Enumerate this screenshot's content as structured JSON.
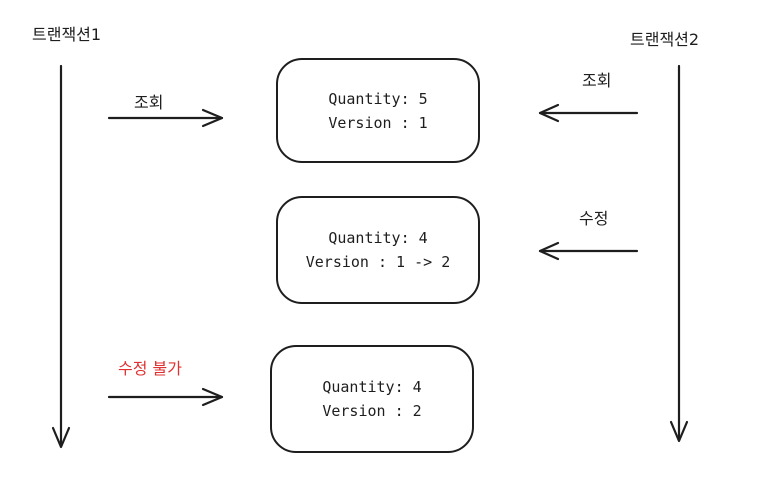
{
  "transactions": {
    "t1_label": "트랜잭션1",
    "t2_label": "트랜잭션2"
  },
  "steps": [
    {
      "left_action": "조회",
      "right_action": "조회",
      "quantity_line": "Quantity: 5",
      "version_line": "Version : 1"
    },
    {
      "left_action": "",
      "right_action": "수정",
      "quantity_line": "Quantity: 4",
      "version_line": "Version : 1 -> 2"
    },
    {
      "left_action": "수정 불가",
      "right_action": "",
      "quantity_line": "Quantity: 4",
      "version_line": "Version : 2"
    }
  ],
  "colors": {
    "stroke": "#1e1e1e",
    "error_text": "#e03131"
  }
}
